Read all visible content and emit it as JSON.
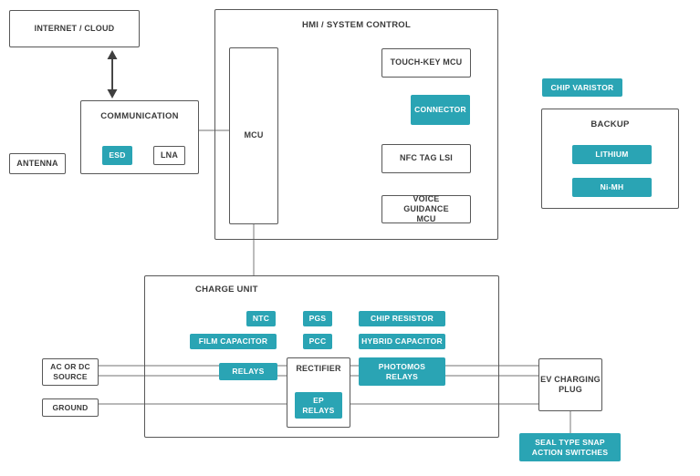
{
  "colors": {
    "accent_teal": "#2AA4B4",
    "box_border": "#585858",
    "text_dark": "#3B3B3B",
    "wire_gray": "#8F8F8F",
    "arrow_dark": "#3F3F3F"
  },
  "nodes": {
    "internet_cloud": "INTERNET / CLOUD",
    "communication": {
      "title": "COMMUNICATION",
      "esd": "ESD",
      "lna": "LNA"
    },
    "antenna": "ANTENNA",
    "hmi": {
      "title": "HMI / SYSTEM CONTROL",
      "mcu": "MCU",
      "touch_key_mcu": "TOUCH-KEY MCU",
      "connector": "CONNECTOR",
      "nfc_tag_lsi": "NFC TAG LSI",
      "voice_guidance_mcu": "VOICE GUIDANCE MCU"
    },
    "chip_varistor": "CHIP VARISTOR",
    "backup": {
      "title": "BACKUP",
      "lithium": "LITHIUM",
      "nimh": "Ni-MH"
    },
    "charge_unit": {
      "title": "CHARGE UNIT",
      "ntc": "NTC",
      "pgs": "PGS",
      "chip_resistor": "CHIP RESISTOR",
      "film_capacitor": "FILM CAPACITOR",
      "pcc": "PCC",
      "hybrid_capacitor": "HYBRID CAPACITOR",
      "relays": "RELAYS",
      "rectifier": "RECTIFIER",
      "photomos_relays": "PHOTOMOS RELAYS",
      "ep_relays": "EP RELAYS"
    },
    "ac_dc_source": "AC OR DC SOURCE",
    "ground": "GROUND",
    "ev_charging_plug": "EV CHARGING PLUG",
    "seal_switches": "SEAL TYPE SNAP ACTION SWITCHES"
  },
  "connections": [
    "internet_cloud <-> communication (double arrow)",
    "communication - hmi.mcu",
    "hmi.mcu - charge_unit",
    "ac_dc_source = ev_charging_plug (two power lines through relays/rectifier/photomos)",
    "ground - ev_charging_plug",
    "ev_charging_plug - seal_switches"
  ]
}
